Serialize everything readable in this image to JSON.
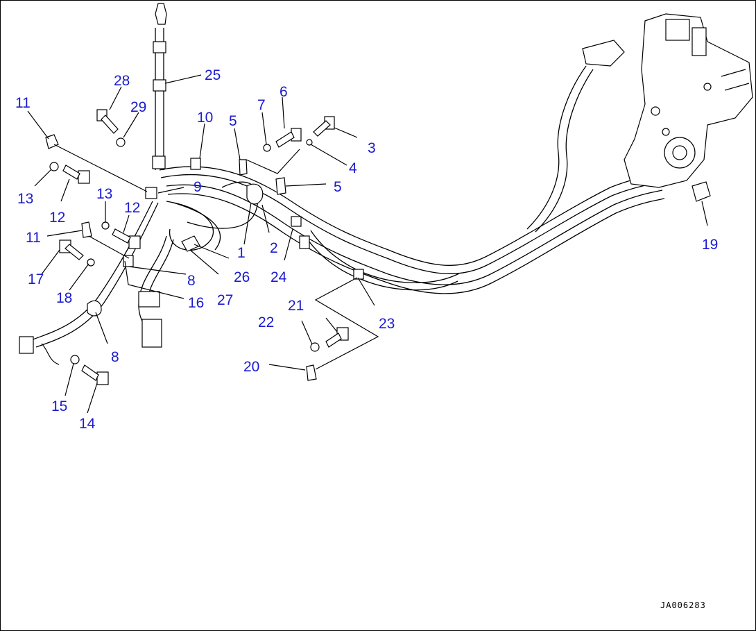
{
  "drawing_code": "JA006283",
  "callouts": [
    "1",
    "2",
    "3",
    "4",
    "5",
    "5",
    "6",
    "7",
    "8",
    "8",
    "9",
    "10",
    "11",
    "11",
    "12",
    "12",
    "13",
    "13",
    "14",
    "15",
    "16",
    "17",
    "18",
    "19",
    "20",
    "21",
    "22",
    "23",
    "24",
    "25",
    "26",
    "27",
    "28",
    "29"
  ],
  "colors": {
    "callout": "#1a1acf",
    "line": "#000000",
    "background": "#ffffff"
  }
}
